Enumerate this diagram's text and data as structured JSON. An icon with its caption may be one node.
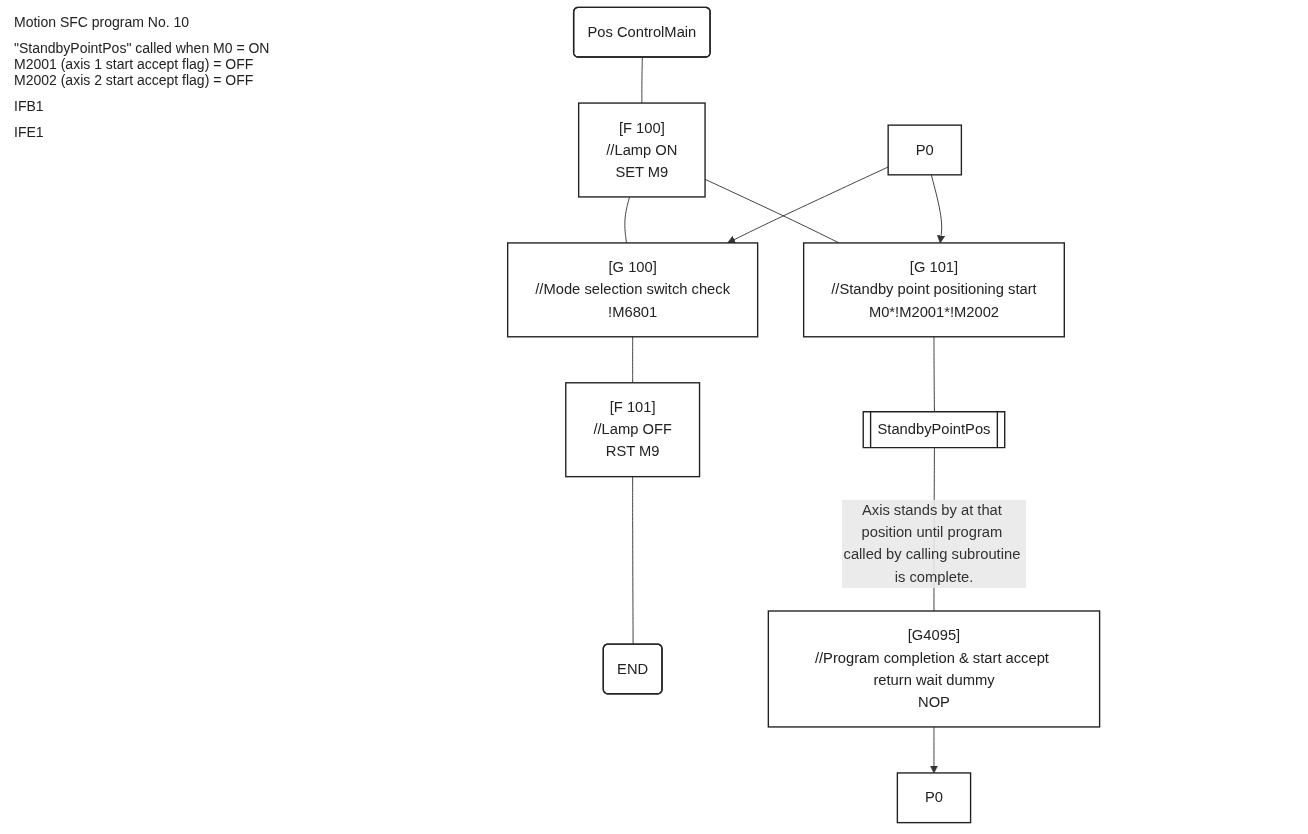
{
  "diagram": {
    "nodes": [
      {
        "text": [
          "Pos ControlMain"
        ]
      },
      {
        "text": [
          "[F 100]",
          "//Lamp ON",
          "SET M9"
        ]
      },
      {
        "text": [
          "P0"
        ]
      },
      {
        "text": [
          "[G 100]",
          "//Mode selection switch check",
          "!M6801"
        ]
      },
      {
        "text": [
          "[G 101]",
          "//Standby point positioning start",
          "M0*!M2001*!M2002"
        ]
      },
      {
        "text": [
          "[F 101]",
          "//Lamp OFF",
          "RST M9"
        ]
      },
      {
        "text": [
          "END"
        ]
      },
      {
        "text": [
          "StandbyPointPos"
        ]
      },
      {
        "text": [
          "[G4095]",
          "//Program completion & start accept return wait dummy",
          "NOP"
        ]
      },
      {
        "text": [
          "P0"
        ]
      }
    ],
    "edges": [
      {
        "from": 0,
        "to": 1,
        "arrow": "none"
      },
      {
        "from": 1,
        "to": 3,
        "arrow": "none"
      },
      {
        "from": 1,
        "to": 4,
        "arrow": "none"
      },
      {
        "from": 2,
        "to": 3,
        "arrow": "to"
      },
      {
        "from": 2,
        "to": 4,
        "arrow": "to"
      },
      {
        "from": 3,
        "to": 5,
        "arrow": "none"
      },
      {
        "from": 5,
        "to": 6,
        "arrow": "none"
      },
      {
        "from": 4,
        "to": 7,
        "arrow": "none"
      },
      {
        "from": 7,
        "to": 8,
        "arrow": "none",
        "label": "Axis stands by at that position until program called by calling subroutine is complete."
      },
      {
        "from": 8,
        "to": 9,
        "arrow": "to"
      }
    ],
    "labels": [
      "Motion SFC program No. 10",
      "\"StandbyPointPos\" called when M0 = ON M2001 (axis 1 start accept flag) = OFF M2002 (axis 2 start accept flag) = OFF",
      "IFB1",
      "IFE1"
    ]
  }
}
